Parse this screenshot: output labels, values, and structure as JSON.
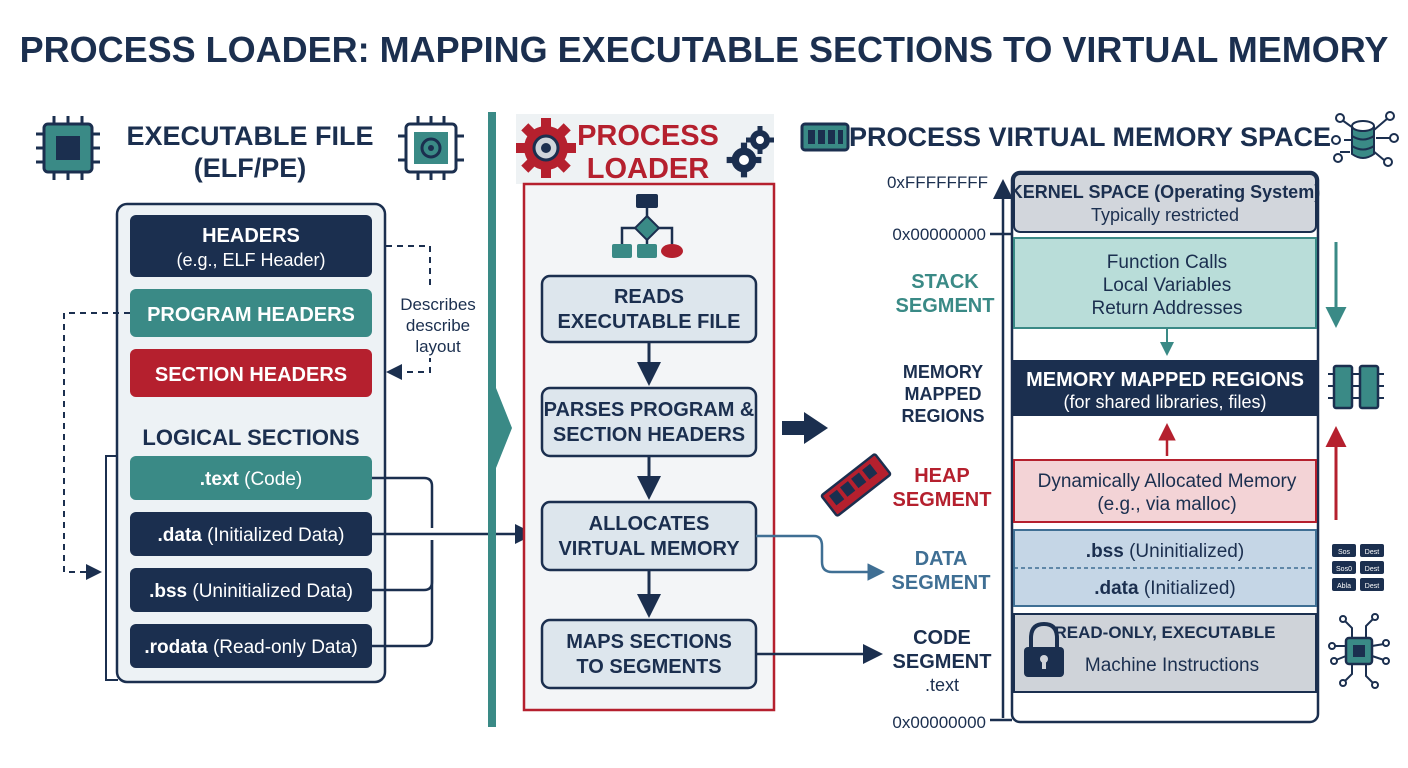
{
  "title": "PROCESS LOADER: MAPPING EXECUTABLE SECTIONS TO VIRTUAL MEMORY",
  "colors": {
    "navy": "#1b2f4f",
    "teal": "#3a8a86",
    "crimson": "#b5202e",
    "panel_bg": "#edf2f5",
    "stack_fill": "#b9ddd9",
    "heap_fill": "#f3d3d6",
    "data_fill": "#c5d6e6",
    "kernel_fill": "#d2d6dc",
    "code_fill": "#cfd3d9"
  },
  "icons": {
    "left": [
      "cpu-chip-icon",
      "gear-chip-icon"
    ],
    "middle": [
      "gears-icon",
      "flowchart-icon"
    ],
    "right": [
      "memory-module-icon",
      "database-network-icon",
      "ram-chips-icon",
      "ram-stick-icon",
      "binary-data-icon",
      "circuit-chip-icon",
      "lock-icon"
    ]
  },
  "left": {
    "title_line1": "EXECUTABLE FILE",
    "title_line2": "(ELF/PE)",
    "headers_title": "HEADERS",
    "headers_sub": "(e.g., ELF Header)",
    "program_headers": "PROGRAM HEADERS",
    "section_headers": "SECTION HEADERS",
    "describes": [
      "Describes",
      "describe",
      "layout"
    ],
    "logical_sections": "LOGICAL SECTIONS",
    "sections": [
      {
        "name": ".text",
        "desc": " (Code)"
      },
      {
        "name": ".data",
        "desc": " (Initialized Data)"
      },
      {
        "name": ".bss",
        "desc": " (Uninitialized Data)"
      },
      {
        "name": ".rodata",
        "desc": " (Read-only Data)"
      }
    ]
  },
  "middle": {
    "title_line1": "PROCESS",
    "title_line2": "LOADER",
    "steps": [
      [
        "READS",
        "EXECUTABLE FILE"
      ],
      [
        "PARSES PROGRAM &",
        "SECTION HEADERS"
      ],
      [
        "ALLOCATES",
        "VIRTUAL MEMORY"
      ],
      [
        "MAPS SECTIONS",
        "TO SEGMENTS"
      ]
    ]
  },
  "right": {
    "title": "PROCESS VIRTUAL MEMORY SPACE",
    "addr_top": "0xFFFFFFFF",
    "addr_kernel_bottom": "0x00000000",
    "addr_bottom": "0x00000000",
    "kernel_title": "KERNEL SPACE (Operating System)",
    "kernel_sub": "Typically restricted",
    "stack_label": [
      "STACK",
      "SEGMENT"
    ],
    "stack_lines": [
      "Function Calls",
      "Local Variables",
      "Return Addresses"
    ],
    "mmap_label": [
      "MEMORY",
      "MAPPED",
      "REGIONS"
    ],
    "mmap_title": "MEMORY MAPPED REGIONS",
    "mmap_sub": "(for shared libraries, files)",
    "heap_label": [
      "HEAP",
      "SEGMENT"
    ],
    "heap_lines": [
      "Dynamically Allocated Memory",
      "(e.g., via malloc)"
    ],
    "data_label": [
      "DATA",
      "SEGMENT"
    ],
    "bss": {
      "name": ".bss",
      "desc": " (Uninitialized)"
    },
    "data": {
      "name": ".data",
      "desc": " (Initialized)"
    },
    "code_label": [
      "CODE",
      "SEGMENT",
      ".text"
    ],
    "code_title": "READ-ONLY, EXECUTABLE",
    "code_sub": "Machine Instructions"
  },
  "mini_labels": [
    [
      "Sos",
      "Dest"
    ],
    [
      "Sos0",
      "Dest"
    ],
    [
      "Abla",
      "Dest"
    ]
  ]
}
